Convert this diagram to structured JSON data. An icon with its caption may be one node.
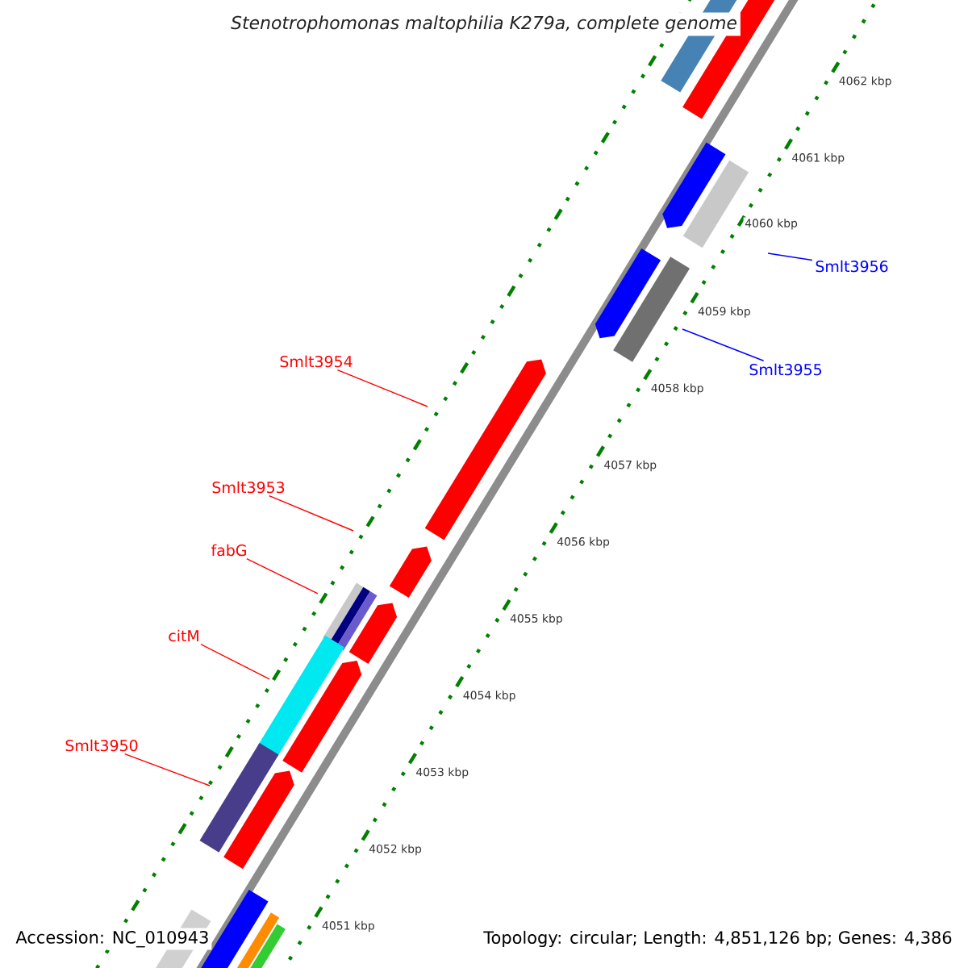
{
  "diagram": {
    "title": "Stenotrophomonas maltophilia K279a, complete genome",
    "nodes": [
      {
        "text": [
          "Smlt3956"
        ]
      },
      {
        "text": [
          "Smlt3955"
        ]
      },
      {
        "text": [
          "Smlt3954"
        ]
      },
      {
        "text": [
          "Smlt3953"
        ]
      },
      {
        "text": [
          "fabG"
        ]
      },
      {
        "text": [
          "citM"
        ]
      },
      {
        "text": [
          "Smlt3950"
        ]
      }
    ],
    "edges": [
      {
        "from": 0,
        "to": null,
        "arrow": "none",
        "color": "#0000ff"
      },
      {
        "from": 1,
        "to": null,
        "arrow": "none",
        "color": "#0000ff"
      },
      {
        "from": 2,
        "to": null,
        "arrow": "none"
      },
      {
        "from": 3,
        "to": null,
        "arrow": "none"
      },
      {
        "from": 4,
        "to": null,
        "arrow": "none"
      },
      {
        "from": 5,
        "to": null,
        "arrow": "none"
      },
      {
        "from": 6,
        "to": null,
        "arrow": "none"
      }
    ],
    "labels": [
      "4062 kbp",
      "4061 kbp",
      "4060 kbp",
      "4059 kbp",
      "4058 kbp",
      "4057 kbp",
      "4056 kbp",
      "4055 kbp",
      "4054 kbp",
      "4053 kbp",
      "4052 kbp",
      "4051 kbp",
      "Accession: NC_010943",
      "Topology: circular; Length: 4,851,126 bp; Genes: 4,386"
    ]
  }
}
